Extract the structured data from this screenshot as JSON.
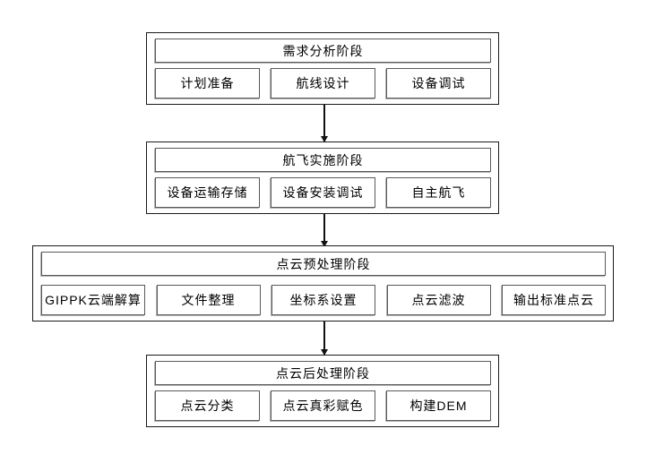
{
  "colors": {
    "border-strong": "#1a1a1a",
    "border-light": "#595959",
    "shadow": "#b3b3b3",
    "arrow": "#111111",
    "text": "#000000",
    "background": "#ffffff"
  },
  "stages": [
    {
      "title": "需求分析阶段",
      "steps": [
        "计划准备",
        "航线设计",
        "设备调试"
      ]
    },
    {
      "title": "航飞实施阶段",
      "steps": [
        "设备运输存储",
        "设备安装调试",
        "自主航飞"
      ]
    },
    {
      "title": "点云预处理阶段",
      "steps": [
        "GIPPK云端解算",
        "文件整理",
        "坐标系设置",
        "点云滤波",
        "输出标准点云"
      ]
    },
    {
      "title": "点云后处理阶段",
      "steps": [
        "点云分类",
        "点云真彩赋色",
        "构建DEM"
      ]
    }
  ]
}
